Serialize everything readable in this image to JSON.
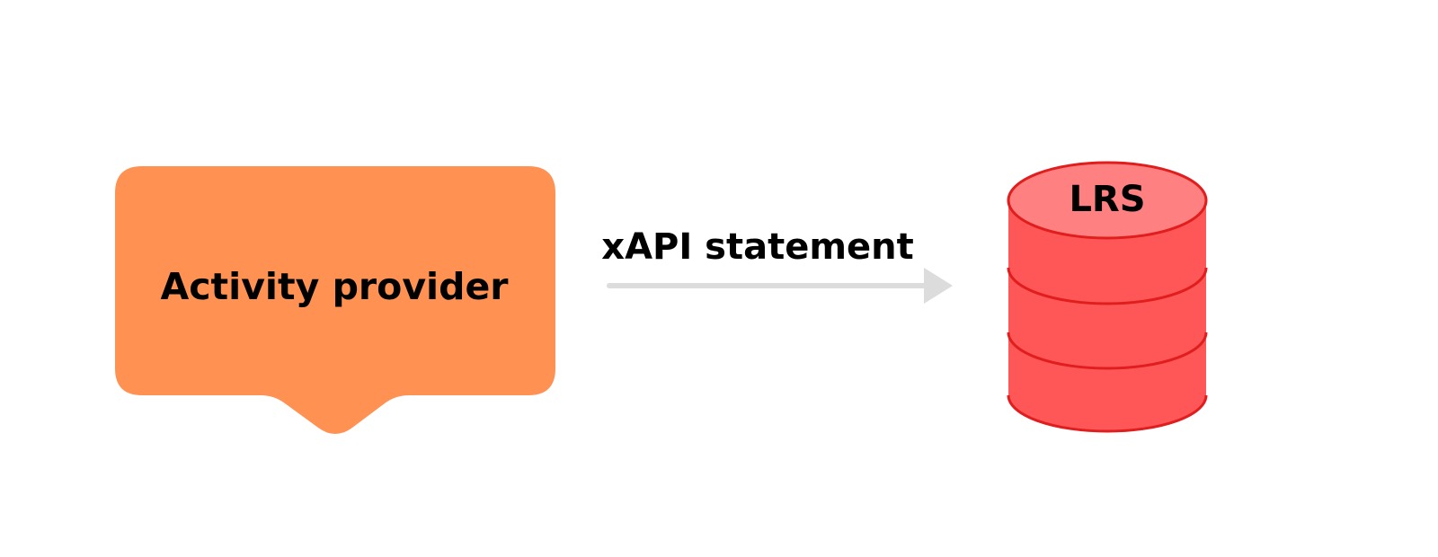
{
  "source_node": {
    "label": "Activity provider",
    "shape": "speech-bubble",
    "fill": "#FF9152"
  },
  "edge": {
    "label": "xAPI statement",
    "color": "#DCDCDC"
  },
  "target_node": {
    "label": "LRS",
    "shape": "database-cylinder",
    "fill": "#FF5757",
    "top_fill": "#FF8080",
    "stroke": "#E01E1E"
  }
}
